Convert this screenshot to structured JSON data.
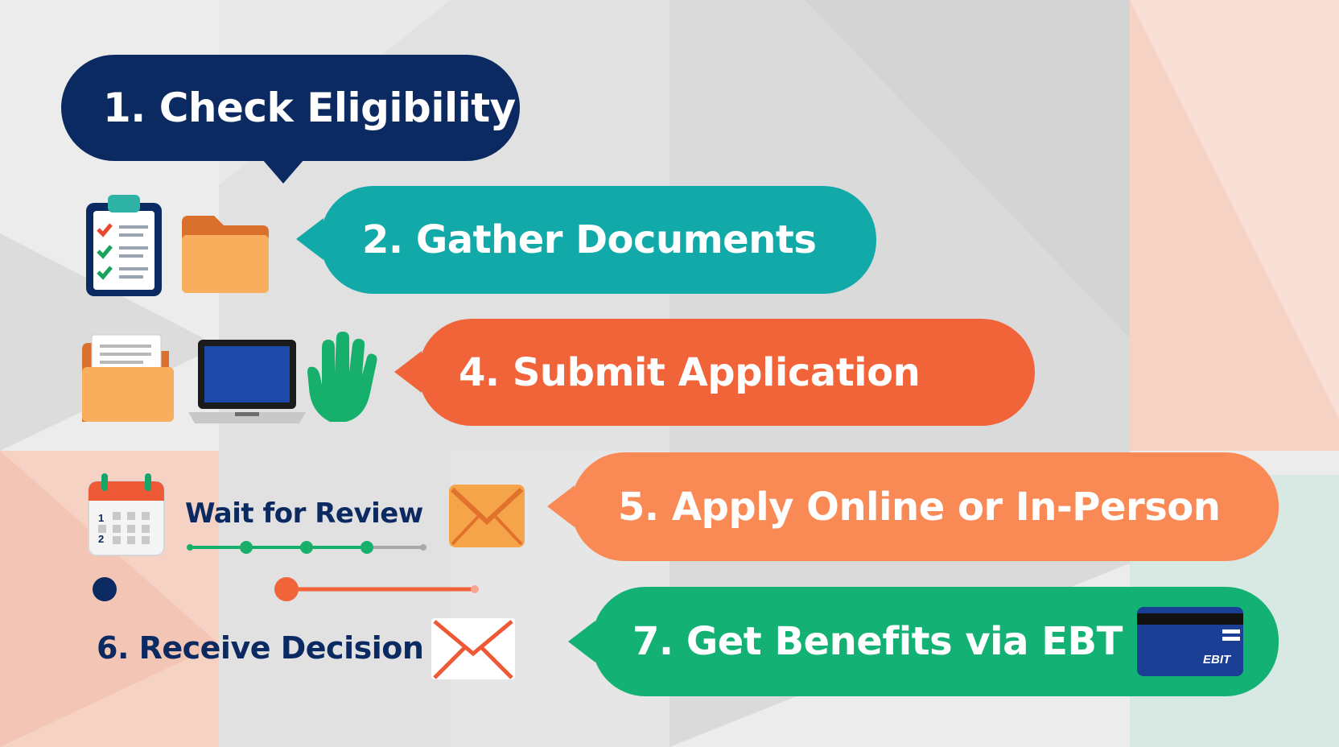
{
  "steps": {
    "step1": "1. Check Eligibility",
    "step2": "2. Gather Documents",
    "step4": "4. Submit Application",
    "step5": "5. Apply Online or In-Person",
    "wait": "Wait for Review",
    "step6": "6. Receive Decision",
    "step7": "7. Get Benefits via EBT Card"
  },
  "calendar": {
    "day1": "1",
    "day2": "2"
  },
  "ebt_card": {
    "label": "EBIT"
  },
  "icons": [
    "clipboard-checklist-icon",
    "folder-icon",
    "folder-documents-icon",
    "laptop-icon",
    "raised-hand-icon",
    "calendar-icon",
    "envelope-icon",
    "envelope-outline-icon",
    "ebt-card-icon"
  ],
  "colors": {
    "navy": "#0c2a62",
    "teal": "#11aaa8",
    "red_orange": "#f1643a",
    "orange": "#f98a56",
    "green": "#13b274",
    "folder": "#f8ae5c"
  }
}
